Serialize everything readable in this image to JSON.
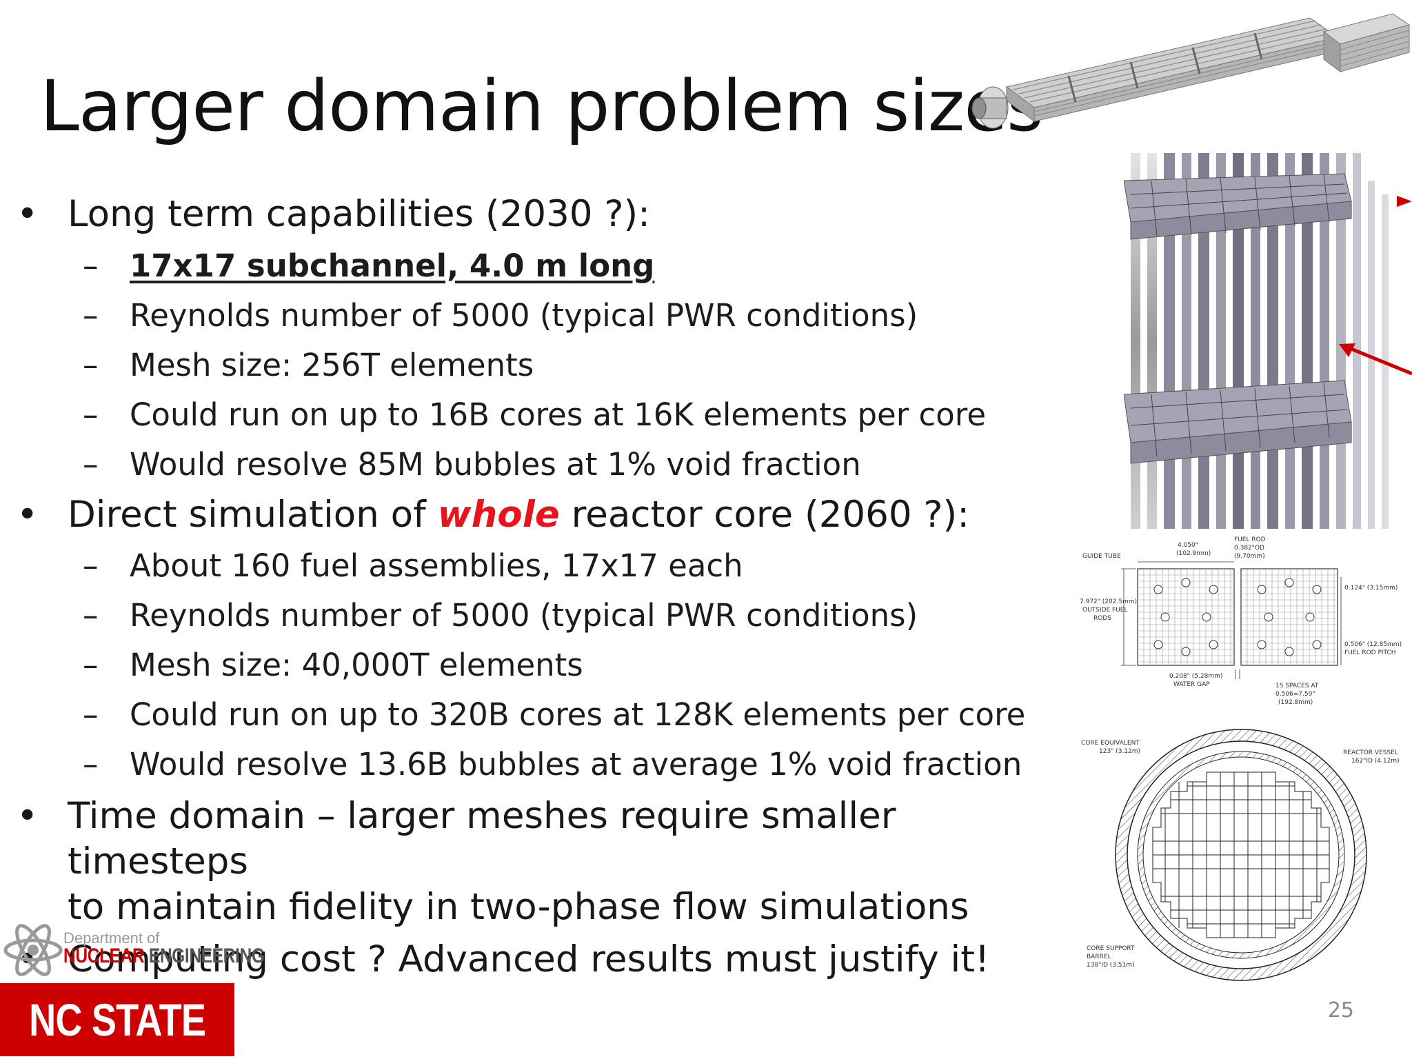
{
  "title": "Larger domain problem sizes",
  "bullets": {
    "b1": {
      "text": "Long term capabilities (2030 ?):",
      "subs": [
        "17x17 subchannel, 4.0 m long",
        "Reynolds number of 5000 (typical PWR conditions)",
        "Mesh size: 256T elements",
        "Could run on up to 16B cores at 16K elements per core",
        "Would resolve 85M bubbles at 1% void fraction"
      ]
    },
    "b2": {
      "text_before": "Direct simulation of ",
      "emphasis": "whole",
      "text_after": " reactor core (2060 ?):",
      "subs": [
        "About 160 fuel assemblies, 17x17 each",
        "Reynolds number of 5000 (typical PWR conditions)",
        "Mesh size: 40,000T elements",
        "Could run on up to 320B cores at 128K elements per core",
        "Would resolve 13.6B bubbles at average 1% void fraction"
      ]
    },
    "b3": {
      "line1": "Time domain – larger meshes require smaller timesteps",
      "line2": "to maintain fidelity in two-phase flow simulations"
    },
    "b4": {
      "text": "Computing cost ? Advanced results must justify it!"
    }
  },
  "bullet_mark": "•",
  "sub_mark": "–",
  "figures": {
    "lattice": {
      "guide_tube": "GUIDE TUBE",
      "fuel_rod": "FUEL ROD",
      "rod_od": "0.382\"OD",
      "rod_od_mm": "(9.70mm)",
      "width": "4.050\"",
      "width_mm": "(102.9mm)",
      "outside": "7.972\" (202.5mm)",
      "outside2": "OUTSIDE FUEL",
      "outside3": "RODS",
      "clad": "0.124\" (3.15mm)",
      "pitch": "0.506\" (12.85mm)",
      "pitch2": "FUEL ROD PITCH",
      "gap": "0.208\" (5.28mm)",
      "gap2": "WATER GAP",
      "spaces": "15 SPACES AT",
      "spaces2": "0.506=7.59\"",
      "spaces3": "(192.8mm)"
    },
    "core": {
      "equiv": "CORE EQUIVALENT",
      "equiv2": "123\" (3.12m)",
      "vessel": "REACTOR VESSEL",
      "vessel2": "162\"ID (4.12m)",
      "barrel": "CORE SUPPORT",
      "barrel2": "BARREL",
      "barrel3": "138\"ID (3.51m)"
    }
  },
  "logo": {
    "dept": "Department of",
    "nuclear": "NUCLEAR",
    "engineering": " ENGINEERING",
    "ncstate": "NC STATE"
  },
  "page_number": "25",
  "colors": {
    "accent_red": "#e8141b",
    "ncstate_red": "#cc0000",
    "text": "#181818"
  },
  "icons": [
    "atom-icon"
  ]
}
